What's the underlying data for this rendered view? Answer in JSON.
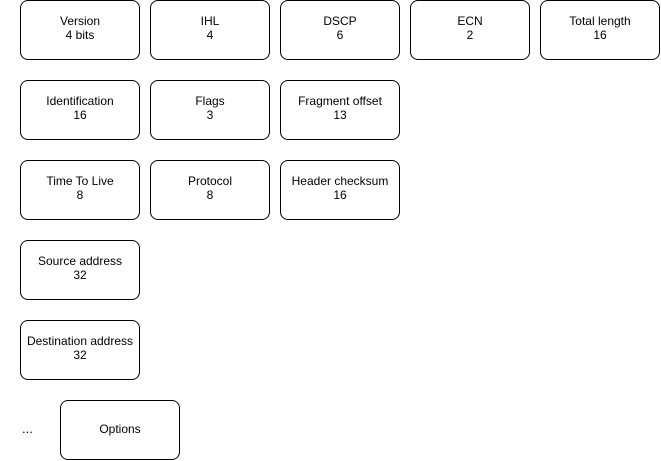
{
  "rows": [
    [
      {
        "name": "Version",
        "bits": "4 bits"
      },
      {
        "name": "IHL",
        "bits": "4"
      },
      {
        "name": "DSCP",
        "bits": "6"
      },
      {
        "name": "ECN",
        "bits": "2"
      },
      {
        "name": "Total length",
        "bits": "16"
      }
    ],
    [
      {
        "name": "Identification",
        "bits": "16"
      },
      {
        "name": "Flags",
        "bits": "3"
      },
      {
        "name": "Fragment offset",
        "bits": "13"
      }
    ],
    [
      {
        "name": "Time To Live",
        "bits": "8"
      },
      {
        "name": "Protocol",
        "bits": "8"
      },
      {
        "name": "Header checksum",
        "bits": "16"
      }
    ],
    [
      {
        "name": "Source address",
        "bits": "32"
      }
    ],
    [
      {
        "name": "Destination address",
        "bits": "32"
      }
    ]
  ],
  "ellipsis": "...",
  "options": {
    "name": "Options"
  }
}
